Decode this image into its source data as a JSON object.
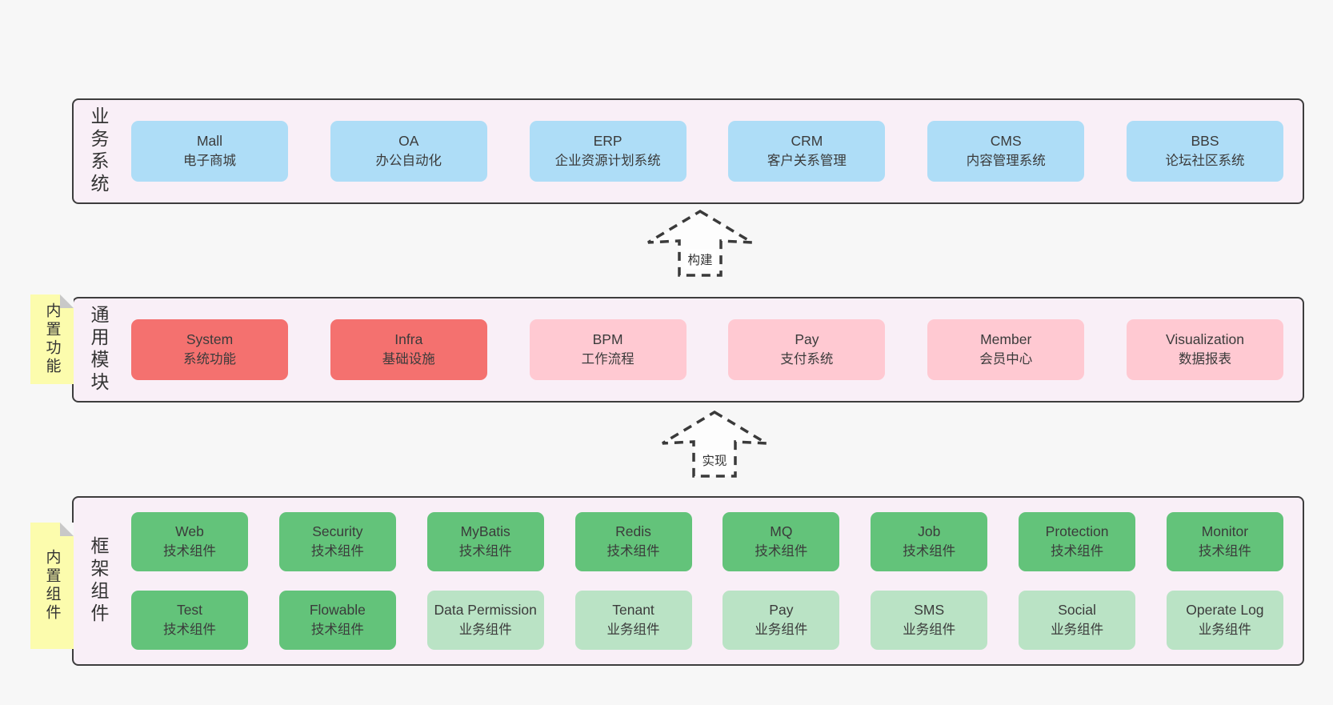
{
  "colors": {
    "pageBg": "#f7f7f7",
    "containerBg": "#f9eff7",
    "border": "#3d3d3d",
    "blue": "#aeddf7",
    "red": "#f4716f",
    "pink": "#ffc9d2",
    "green": "#63c37a",
    "lightgreen": "#bae3c5",
    "noteBg": "#fcfcad",
    "noteFold": "#c8c8c8",
    "text": "#3b3b3b"
  },
  "arrows": [
    {
      "label": "构建"
    },
    {
      "label": "实现"
    }
  ],
  "sections": [
    {
      "label": "业务系统",
      "boxes": [
        {
          "title": "Mall",
          "subtitle": "电子商城",
          "type": "blue"
        },
        {
          "title": "OA",
          "subtitle": "办公自动化",
          "type": "blue"
        },
        {
          "title": "ERP",
          "subtitle": "企业资源计划系统",
          "type": "blue"
        },
        {
          "title": "CRM",
          "subtitle": "客户关系管理",
          "type": "blue"
        },
        {
          "title": "CMS",
          "subtitle": "内容管理系统",
          "type": "blue"
        },
        {
          "title": "BBS",
          "subtitle": "论坛社区系统",
          "type": "blue"
        }
      ]
    },
    {
      "label": "通用模块",
      "note": "内置功能",
      "boxes": [
        {
          "title": "System",
          "subtitle": "系统功能",
          "type": "red"
        },
        {
          "title": "Infra",
          "subtitle": "基础设施",
          "type": "red"
        },
        {
          "title": "BPM",
          "subtitle": "工作流程",
          "type": "pink"
        },
        {
          "title": "Pay",
          "subtitle": "支付系统",
          "type": "pink"
        },
        {
          "title": "Member",
          "subtitle": "会员中心",
          "type": "pink"
        },
        {
          "title": "Visualization",
          "subtitle": "数据报表",
          "type": "pink"
        }
      ]
    },
    {
      "label": "框架组件",
      "note": "内置组件",
      "rows": [
        [
          {
            "title": "Web",
            "subtitle": "技术组件",
            "type": "green"
          },
          {
            "title": "Security",
            "subtitle": "技术组件",
            "type": "green"
          },
          {
            "title": "MyBatis",
            "subtitle": "技术组件",
            "type": "green"
          },
          {
            "title": "Redis",
            "subtitle": "技术组件",
            "type": "green"
          },
          {
            "title": "MQ",
            "subtitle": "技术组件",
            "type": "green"
          },
          {
            "title": "Job",
            "subtitle": "技术组件",
            "type": "green"
          },
          {
            "title": "Protection",
            "subtitle": "技术组件",
            "type": "green"
          },
          {
            "title": "Monitor",
            "subtitle": "技术组件",
            "type": "green"
          }
        ],
        [
          {
            "title": "Test",
            "subtitle": "技术组件",
            "type": "green"
          },
          {
            "title": "Flowable",
            "subtitle": "技术组件",
            "type": "green"
          },
          {
            "title": "Data Permission",
            "subtitle": "业务组件",
            "type": "lightgreen"
          },
          {
            "title": "Tenant",
            "subtitle": "业务组件",
            "type": "lightgreen"
          },
          {
            "title": "Pay",
            "subtitle": "业务组件",
            "type": "lightgreen"
          },
          {
            "title": "SMS",
            "subtitle": "业务组件",
            "type": "lightgreen"
          },
          {
            "title": "Social",
            "subtitle": "业务组件",
            "type": "lightgreen"
          },
          {
            "title": "Operate Log",
            "subtitle": "业务组件",
            "type": "lightgreen"
          }
        ]
      ]
    }
  ]
}
